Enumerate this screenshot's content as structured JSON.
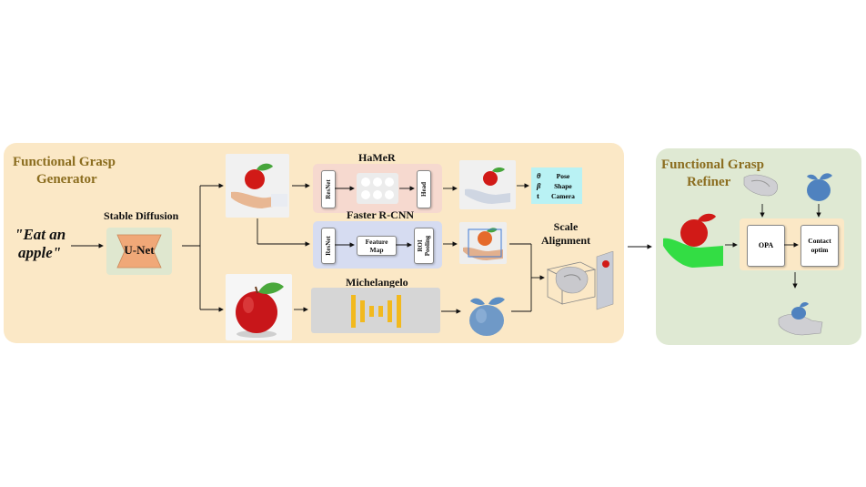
{
  "generator": {
    "title_line1": "Functional  Grasp",
    "title_line2": "Generator",
    "prompt_line1": "\"Eat an",
    "prompt_line2": "apple\"",
    "stable_diffusion_label": "Stable Diffusion",
    "unet_label": "U-Net",
    "hamer": {
      "title": "HaMeR",
      "resnet_label": "ResNet",
      "head_label": "Head",
      "params_symbols": [
        "θ",
        "β",
        "t"
      ],
      "params_labels": [
        "Pose",
        "Shape",
        "Camera"
      ]
    },
    "faster_rcnn": {
      "title": "Faster R-CNN",
      "resnet_label": "ResNet",
      "feature_map_line1": "Feature",
      "feature_map_line2": "Map",
      "roi_line1": "ROI",
      "roi_line2": "Pooling"
    },
    "michelangelo_title": "Michelangelo",
    "scale_alignment_line1": "Scale",
    "scale_alignment_line2": "Alignment"
  },
  "refiner": {
    "title_line1": "Functional Grasp",
    "title_line2": "Refiner",
    "opa_label": "OPA",
    "contact_line1": "Contact",
    "contact_line2": "optim"
  },
  "colors": {
    "generator_bg": "#fbe8c6",
    "refiner_bg": "#dfe9d3",
    "title_color": "#8b6d1f",
    "hamer_bg": "#f6d9cf",
    "rcnn_bg": "#d6dcf1",
    "unet_fill": "#f0a878",
    "params_bg": "#b9f2f4",
    "michelangelo_bg": "#d6d6d6",
    "michelangelo_bars": "#f2b91e",
    "hand_green": "#33dd44",
    "apple_red": "#d11a17"
  }
}
